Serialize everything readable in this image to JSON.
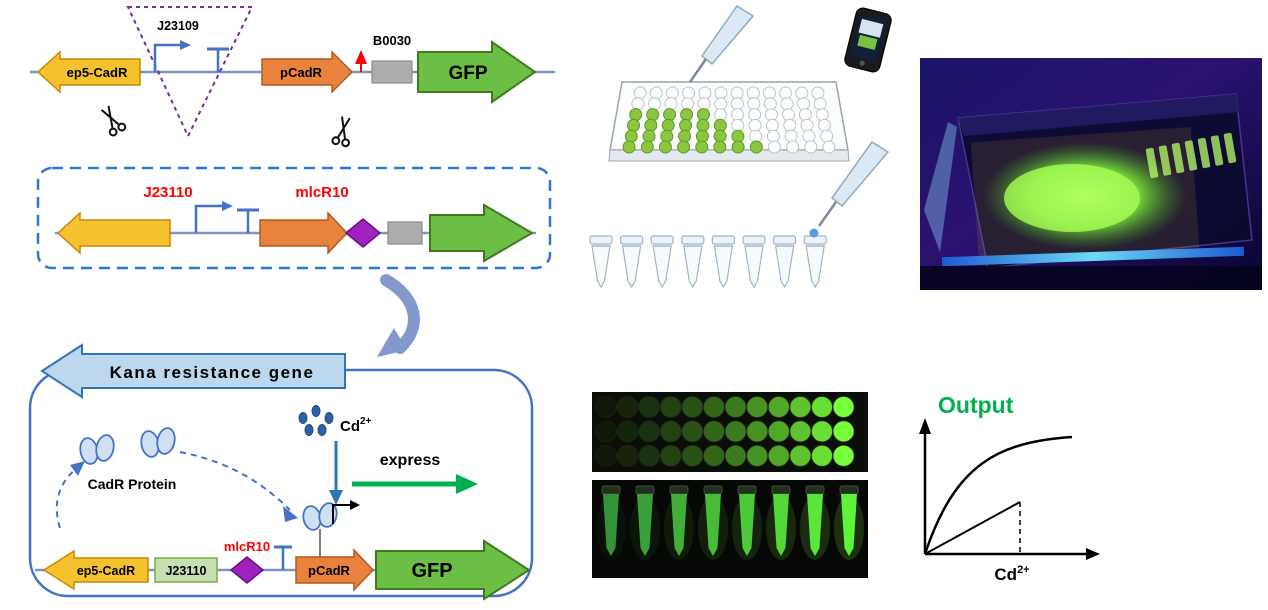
{
  "figure": {
    "construct_top": {
      "ep5_cadr_label": "ep5-CadR",
      "promoter_label": "J23109",
      "pcadr_label": "pCadR",
      "rbs_label": "B0030",
      "gfp_label": "GFP"
    },
    "construct_new": {
      "promoter_label": "J23110",
      "rbs_label": "mlcR10"
    },
    "plasmid": {
      "kana_label": "Kana resistance gene",
      "protein_label": "CadR Protein",
      "cd_symbol": "Cd",
      "cd_superscript": "2+",
      "express_label": "express",
      "ep5_cadr_label": "ep5-CadR",
      "promoter_label": "J23110",
      "rbs_label": "mlcR10",
      "pcadr_label": "pCadR",
      "gfp_label": "GFP"
    },
    "graph": {
      "title": "Output",
      "x_axis_symbol": "Cd",
      "x_axis_superscript": "2+"
    }
  },
  "colors": {
    "gene_yellow": "#F5C12E",
    "gene_orange": "#E8823C",
    "gene_green": "#6CBE45",
    "kana_blue": "#BDD7EE",
    "diamond_purple": "#A020C0",
    "rbs_gray": "#ACACAC",
    "backbone_blue": "#7A95BF",
    "promoter_blue": "#4472C4",
    "highlight_red": "#FF0000",
    "output_green": "#00B050",
    "uv_background": "#140A50",
    "plate_well_green": "#8CC63F",
    "fluorescence_green": "#7DF23C"
  },
  "chart_data": {
    "type": "line",
    "title": "Output",
    "xlabel": "Cd2+",
    "ylabel": "",
    "axes": "unlabeled schematic axes with arrowheads, no ticks",
    "series": [
      {
        "name": "saturation-response-curve",
        "x": [
          0,
          0.2,
          0.4,
          0.6,
          0.8,
          1.0
        ],
        "y": [
          0,
          0.45,
          0.7,
          0.85,
          0.93,
          0.97
        ]
      },
      {
        "name": "linear-range-line",
        "x": [
          0,
          0.62
        ],
        "y": [
          0,
          0.42
        ]
      }
    ],
    "annotations": [
      "dashed vertical guide dropped from end of linear line to x-axis"
    ]
  }
}
